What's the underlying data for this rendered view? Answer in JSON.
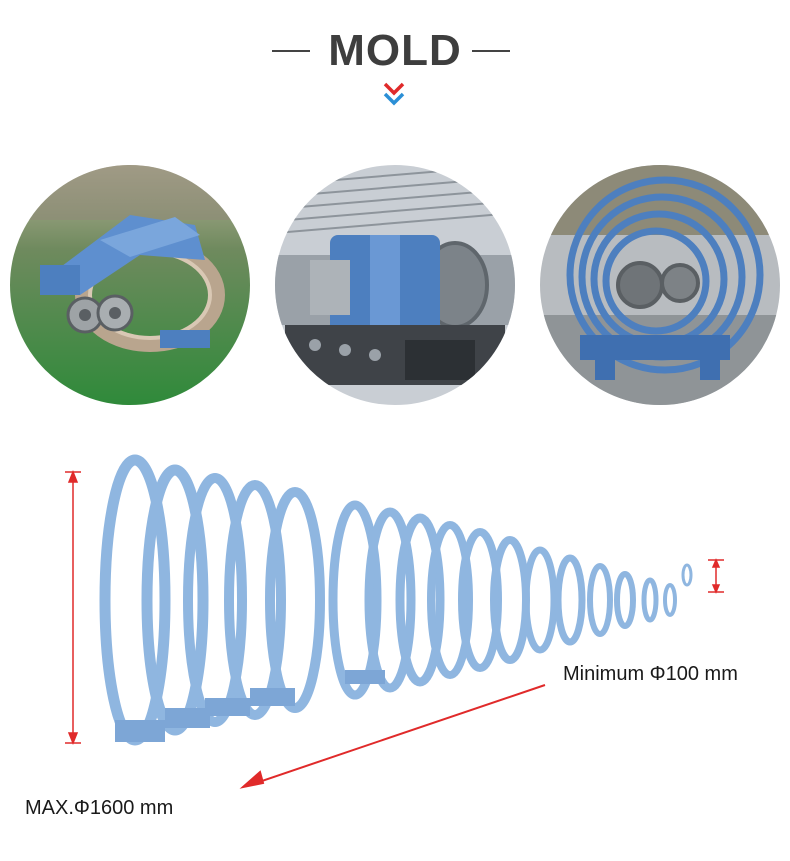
{
  "header": {
    "title": "MOLD"
  },
  "colors": {
    "accent_red": "#e02a2a",
    "accent_blue": "#2b8fd6",
    "mold_blue": "#8fb6e0",
    "title_gray": "#3e3e3e"
  },
  "photos": [
    {
      "subject": "clamp-mold-roller"
    },
    {
      "subject": "mold-on-pipe"
    },
    {
      "subject": "mold-rings-stack"
    }
  ],
  "diagram": {
    "min_label": "Minimum Φ100 mm",
    "max_label": "MAX.Φ1600 mm"
  }
}
